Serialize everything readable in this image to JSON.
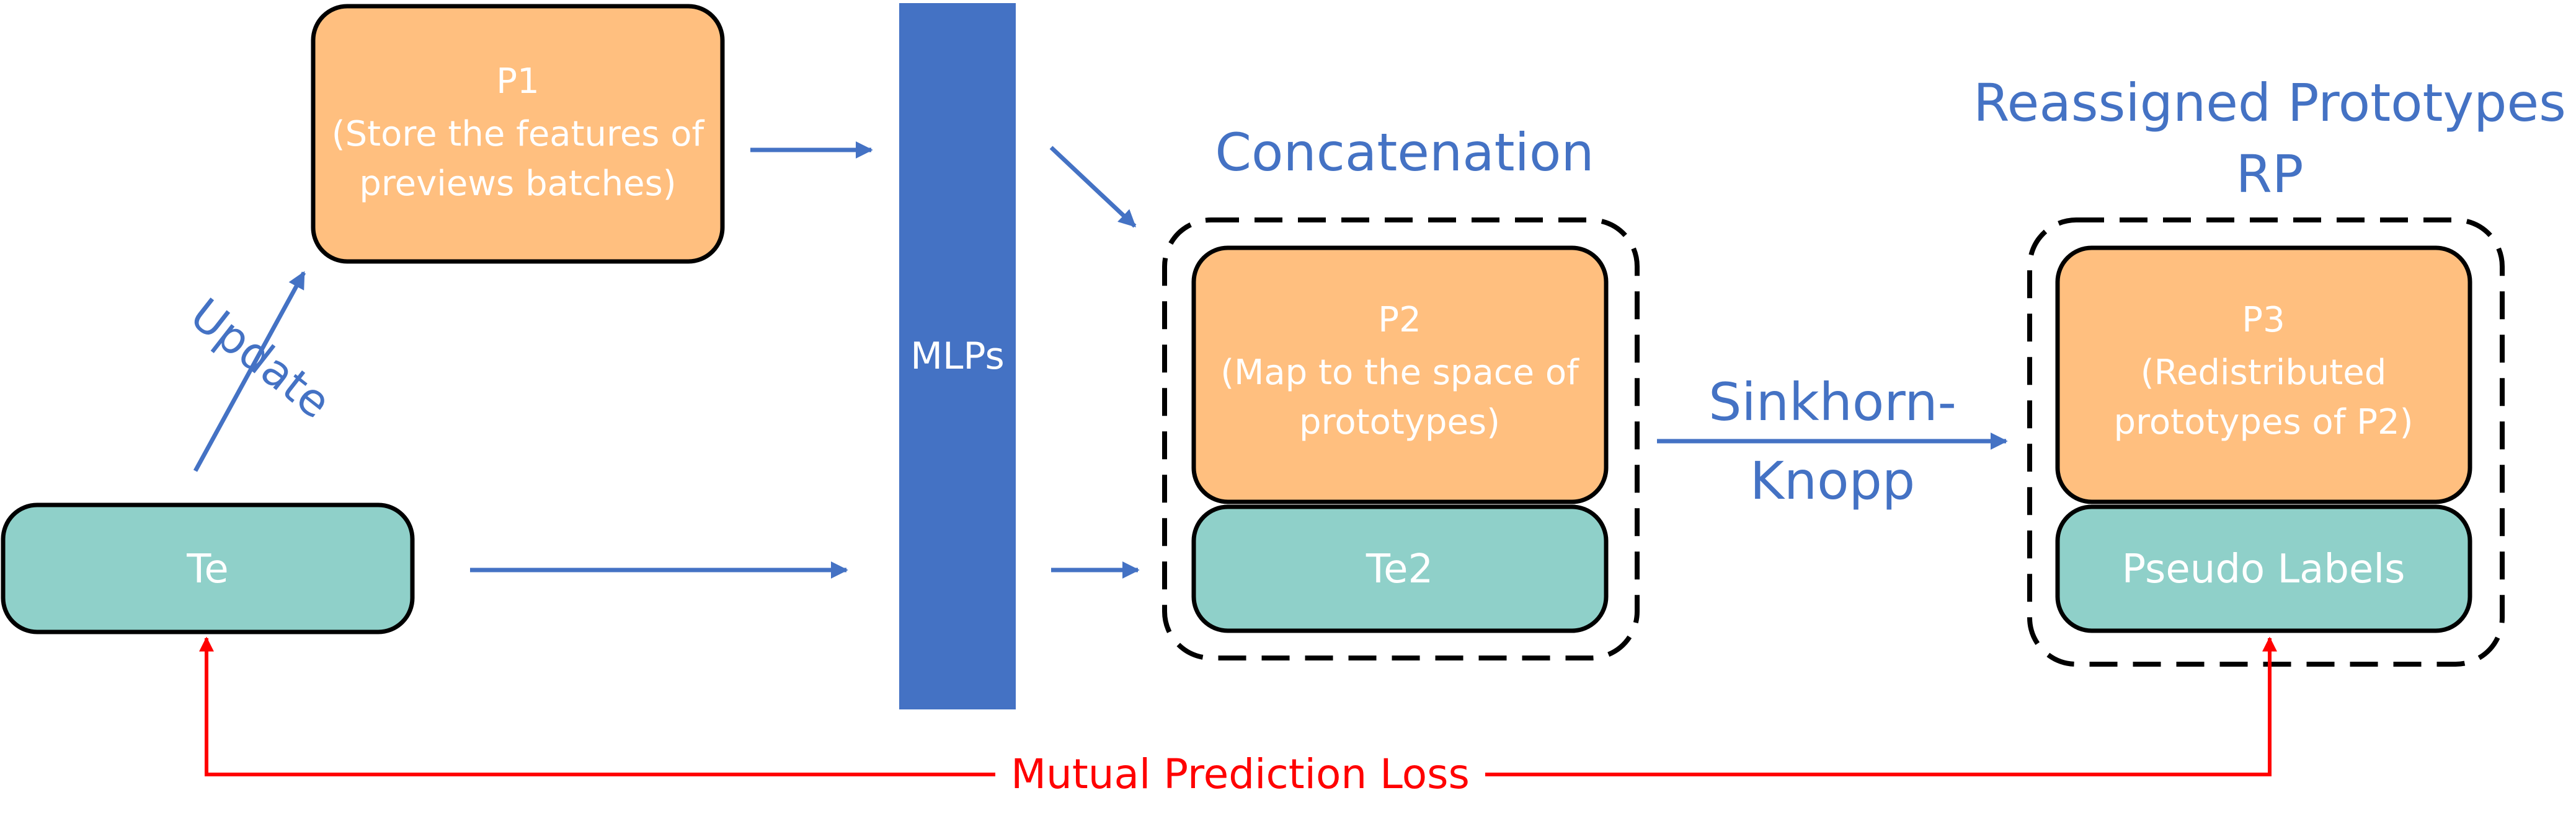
{
  "colors": {
    "orange_box": "#ffbf7f",
    "teal_box": "#8fd0c9",
    "mlp_bar": "#4472c4",
    "arrow_blue": "#4472c4",
    "arrow_red": "#ff0000",
    "text_blue": "#4472c4",
    "text_white": "#ffffff",
    "outline": "#000000"
  },
  "nodes": {
    "p1": {
      "title": "P1",
      "line1": "(Store the features of",
      "line2": "previews batches)"
    },
    "te": {
      "label": "Te"
    },
    "mlps": {
      "label": "MLPs"
    },
    "p2": {
      "title": "P2",
      "line1": "(Map to the space of",
      "line2": "prototypes)"
    },
    "te2": {
      "label": "Te2"
    },
    "p3": {
      "title": "P3",
      "line1": "(Redistributed",
      "line2": "prototypes of P2)"
    },
    "pseudo": {
      "label": "Pseudo Labels"
    }
  },
  "labels": {
    "concatenation": "Concatenation",
    "reassigned_line1": "Reassigned Prototypes",
    "reassigned_line2": "RP",
    "update": "Update",
    "sinkhorn_line1": "Sinkhorn-",
    "sinkhorn_line2": "Knopp",
    "loss": "Mutual Prediction Loss"
  }
}
